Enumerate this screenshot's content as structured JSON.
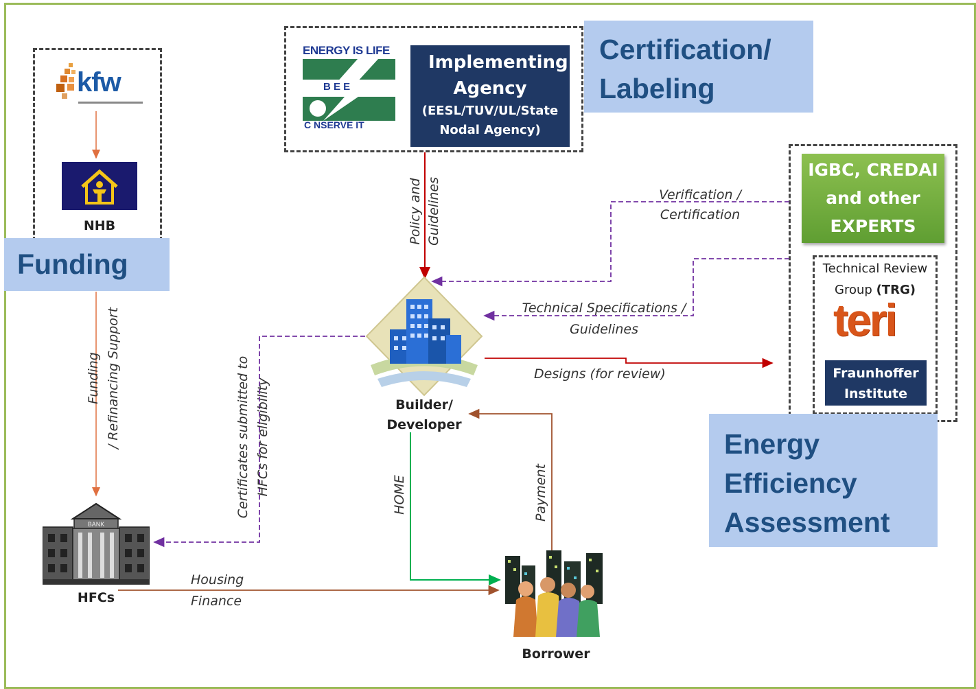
{
  "categories": {
    "certification": "Certification/\nLabeling",
    "funding": "Funding",
    "energy": "Energy\nEfficiency\nAssessment"
  },
  "logos": {
    "kfw": "kfw",
    "bee_top": "ENERGY IS LIFE",
    "bee_mid": "B E E",
    "bee_bottom": "C NSERVE IT",
    "teri": "teri"
  },
  "nodes": {
    "implementing_agency_title": "Implementing Agency",
    "implementing_agency_sub": "(EESL/TUV/UL/State Nodal Agency)",
    "nhb": "NHB",
    "builder": "Builder/\nDeveloper",
    "hfcs": "HFCs",
    "borrower": "Borrower",
    "igbc": "IGBC, CREDAI and other EXPERTS",
    "trg_line1": "Technical Review",
    "trg_line2_pre": "Group ",
    "trg_line2_bold": "(TRG)",
    "fraunhofer": "Fraunhoffer Institute"
  },
  "edges": {
    "policy": "Policy and\nGuidelines",
    "verification": "Verification /\nCertification",
    "tech_spec": "Technical Specifications /\nGuidelines",
    "designs": "Designs (for review)",
    "funding": "Funding\n/ Refinancing Support",
    "certificates": "Certificates submitted to\nHFCs for eligibility",
    "home": "HOME",
    "payment": "Payment",
    "housing_finance": "Housing\nFinance"
  },
  "colors": {
    "frame": "#9bbb59",
    "category_bg": "#b4cbee",
    "category_text": "#1f4f82",
    "navy": "#1f3864",
    "green": "#6aa84f",
    "red_arrow": "#c00000",
    "purple_arrow": "#7030a0",
    "brown_arrow": "#a0522d",
    "green_arrow": "#00b050"
  },
  "icons": [
    "kfw-logo",
    "nhb-house-icon",
    "bee-logo",
    "building-icon",
    "bank-icon",
    "people-icon",
    "teri-logo"
  ]
}
